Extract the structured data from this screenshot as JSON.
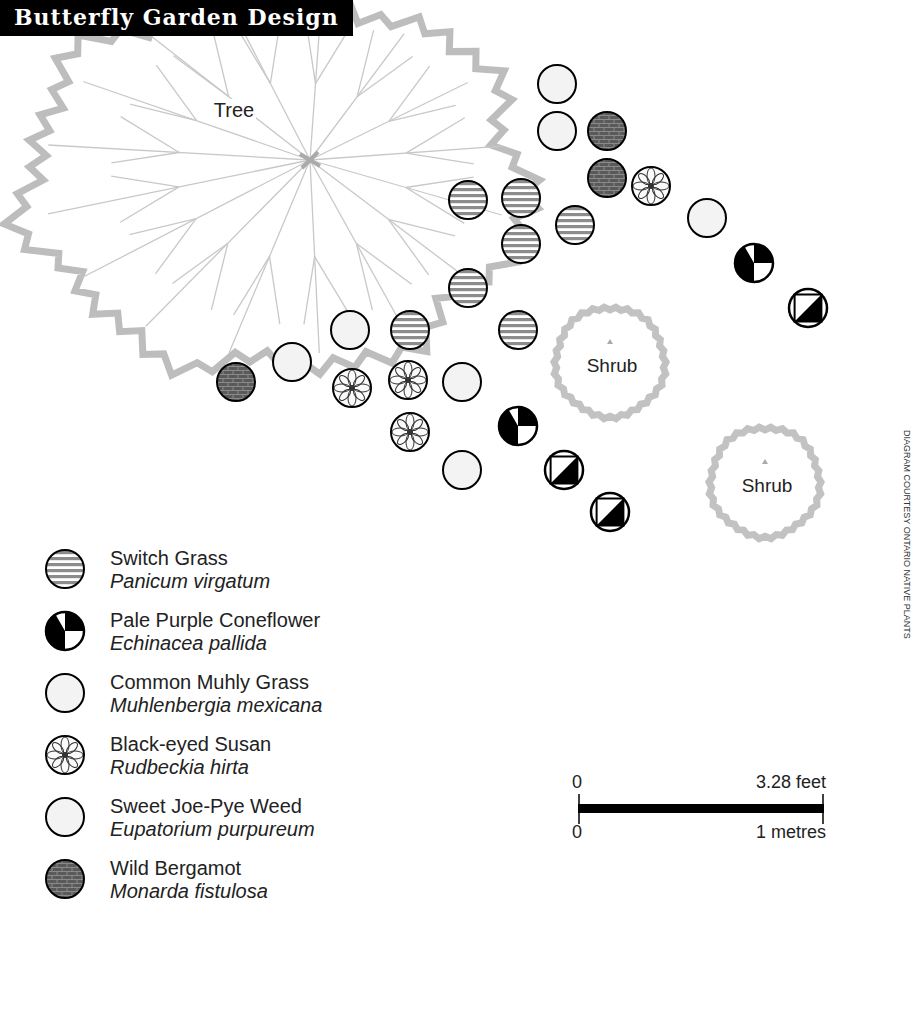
{
  "diagram": {
    "title": "Butterfly Garden Design",
    "nodes": [
      {
        "text": [
          "Tree"
        ]
      },
      {
        "text": [
          "Shrub"
        ]
      },
      {
        "text": [
          "Shrub"
        ]
      }
    ],
    "labels": [
      "Panicum virgatum",
      "Echinacea pallida",
      "Muhlenbergia mexicana",
      "Rudbeckia hirta",
      "Eupatorium purpureum",
      "Monarda fistulosa",
      "0",
      "3.28 feet",
      "0",
      "1 metres",
      "DIAGRAM COURTESY ONTARIO NATIVE PLANTS"
    ],
    "legend": [
      {
        "text": "Switch Grass"
      },
      {
        "text": "Pale Purple Coneflower"
      },
      {
        "text": "Common Muhly Grass"
      },
      {
        "text": "Black-eyed Susan"
      },
      {
        "text": "Sweet Joe-Pye Weed"
      },
      {
        "text": "Wild Bergamot"
      }
    ]
  }
}
